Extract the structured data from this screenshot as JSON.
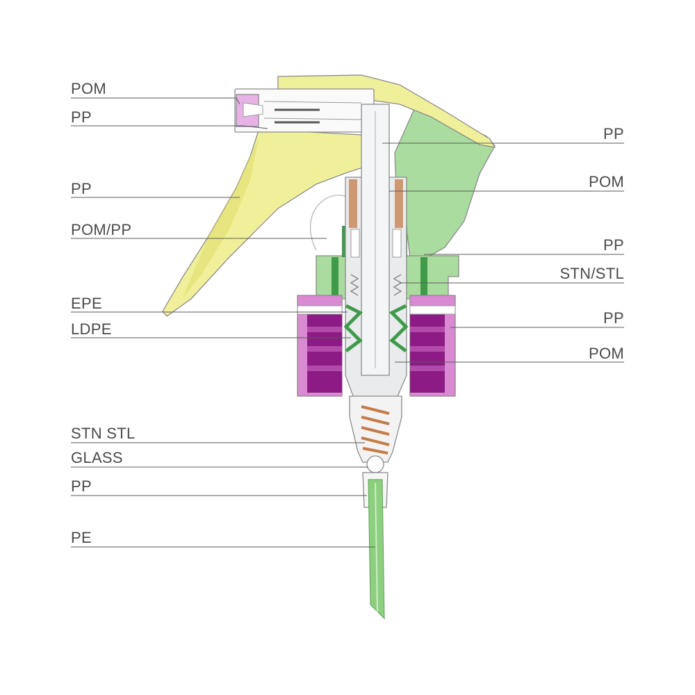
{
  "colors": {
    "trigger_yellow": "#f1f09a",
    "trigger_yellow_dark": "#dedd6a",
    "body_green": "#a9dc9e",
    "body_green_dark": "#3f9a4a",
    "cap_purple": "#8c1b86",
    "cap_lilac": "#d98ad3",
    "piston_grey": "#e9ebed",
    "spring_copper": "#c47c48",
    "tube_green": "#8ccf7e",
    "nozzle_pink": "#e7b3e6",
    "leader_line": "#5a5a5a",
    "label_text": "#4a4a4a"
  },
  "callouts_left": [
    {
      "id": "nozzle-tip",
      "text": "POM"
    },
    {
      "id": "nozzle-body",
      "text": "PP"
    },
    {
      "id": "trigger",
      "text": "PP"
    },
    {
      "id": "shroud",
      "text": "POM/PP"
    },
    {
      "id": "cap-gasket",
      "text": "EPE"
    },
    {
      "id": "piston-seal",
      "text": "LDPE"
    },
    {
      "id": "spring",
      "text": "STN STL"
    },
    {
      "id": "valve-ball",
      "text": "GLASS"
    },
    {
      "id": "tube-adapter",
      "text": "PP"
    },
    {
      "id": "dip-tube",
      "text": "PE"
    }
  ],
  "callouts_right": [
    {
      "id": "stem",
      "text": "PP"
    },
    {
      "id": "stem-sleeve",
      "text": "POM"
    },
    {
      "id": "pump-housing",
      "text": "PP"
    },
    {
      "id": "piston-spring",
      "text": "STN/STL"
    },
    {
      "id": "closure-cap",
      "text": "PP"
    },
    {
      "id": "cylinder",
      "text": "POM"
    }
  ]
}
